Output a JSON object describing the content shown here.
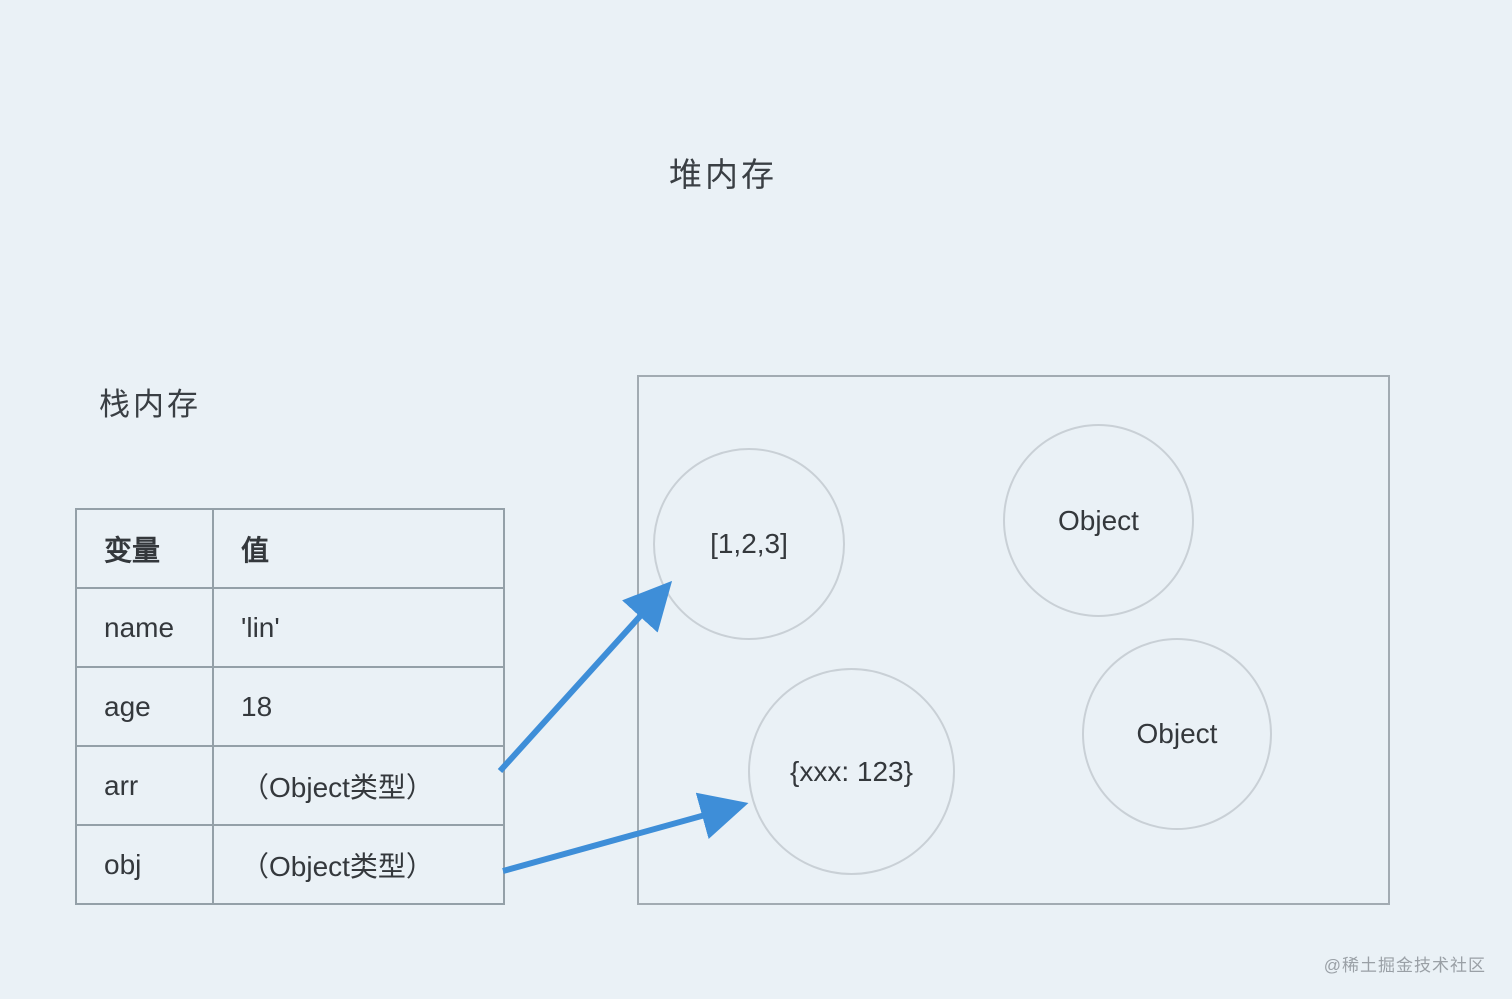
{
  "page": {
    "background_color": "#eaf1f6",
    "watermark": "@稀土掘金技术社区"
  },
  "heap": {
    "title": "堆内存",
    "nodes": [
      {
        "id": "array",
        "label": "[1,2,3]"
      },
      {
        "id": "object-top",
        "label": "Object"
      },
      {
        "id": "object-literal",
        "label": "{xxx: 123}"
      },
      {
        "id": "object-bottom",
        "label": "Object"
      }
    ]
  },
  "stack": {
    "title": "栈内存",
    "table": {
      "headers": [
        "变量",
        "值"
      ],
      "rows": [
        {
          "variable": "name",
          "value": "'lin'"
        },
        {
          "variable": "age",
          "value": "18"
        },
        {
          "variable": "arr",
          "value": "（Object类型）"
        },
        {
          "variable": "obj",
          "value": "（Object类型）"
        }
      ]
    }
  },
  "arrows": [
    {
      "from": "arr",
      "to": "[1,2,3]"
    },
    {
      "from": "obj",
      "to": "{xxx: 123}"
    }
  ],
  "colors": {
    "arrow": "#3e8ed8",
    "table_border": "#94a0a8",
    "heap_box_border": "#a2abb2",
    "circle_border": "#c9d0d6",
    "text": "#34383c"
  }
}
